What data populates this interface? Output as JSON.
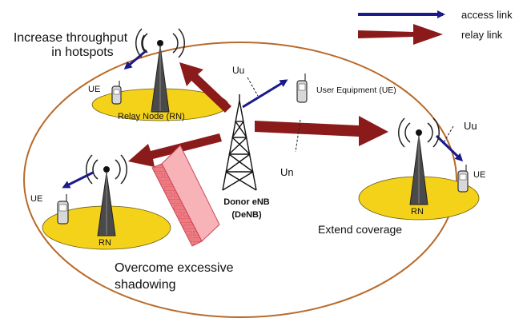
{
  "legend": {
    "access_link": "access link",
    "relay_link": "relay link"
  },
  "labels": {
    "hotspot_line1": "Increase throughput",
    "hotspot_line2": "in hotspots",
    "ue_top_left": "UE",
    "relay_node": "Relay Node (RN)",
    "uu_top": "Uu",
    "user_equipment": "User Equipment (UE)",
    "uu_right": "Uu",
    "ue_right": "UE",
    "rn_right": "RN",
    "un": "Un",
    "ue_left": "UE",
    "rn_left": "RN",
    "donor_line1": "Donor eNB",
    "donor_line2": "(DeNB)",
    "extend_coverage": "Extend coverage",
    "shadow_line1": "Overcome excessive",
    "shadow_line2": "shadowing"
  },
  "colors": {
    "access_link": "#1a1a8c",
    "relay_link": "#8b1a1a",
    "cell_boundary": "#b86a2a",
    "coverage_area": "#f5d21a",
    "tower": "#3d3d3d",
    "wall": "#f07c84"
  },
  "icons": {
    "antenna": "radio-tower-icon",
    "phone": "mobile-phone-icon",
    "wall": "brick-wall-icon"
  }
}
